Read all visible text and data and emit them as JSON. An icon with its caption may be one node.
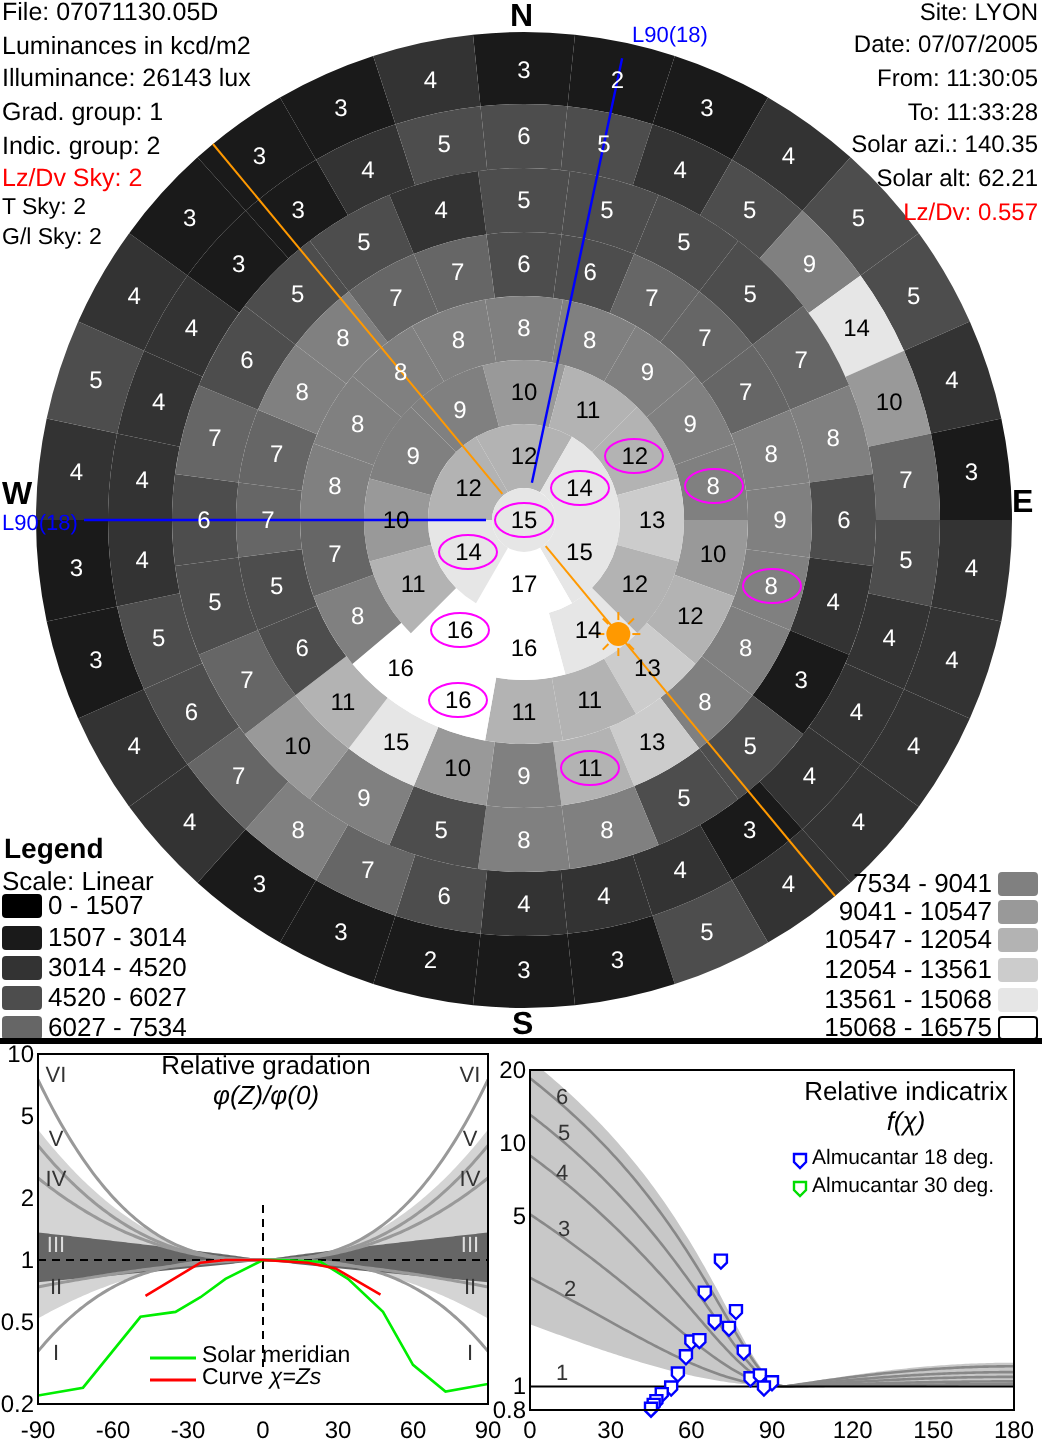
{
  "diagram": {
    "nodes": [
      {
        "text": [
          "12"
        ]
      },
      {
        "text": [
          "8"
        ]
      },
      {
        "text": [
          "14"
        ]
      },
      {
        "text": [
          "15"
        ]
      },
      {
        "text": [
          "14"
        ]
      },
      {
        "text": [
          "8"
        ]
      },
      {
        "text": [
          "16"
        ]
      },
      {
        "text": [
          "16"
        ]
      },
      {
        "text": [
          "11"
        ]
      }
    ],
    "labels": [
      "File: 07071130.05D",
      "Luminances in kcd/m2",
      "Illuminance: 26143 lux",
      "Grad. group: 1",
      "Indic. group: 2",
      "Lz/Dv Sky: 2",
      "T Sky: 2",
      "G/l Sky: 2",
      "Site: LYON",
      "Date: 07/07/2005",
      "From: 11:30:05",
      "To: 11:33:28",
      "Solar azi.: 140.35",
      "Solar alt: 62.21",
      "Lz/Dv: 0.557",
      "N",
      "L90(18)",
      "W",
      "L90(18)",
      "E",
      "S",
      "3",
      "2",
      "3",
      "4",
      "5",
      "5",
      "4",
      "3",
      "4",
      "4",
      "4",
      "4",
      "4",
      "5",
      "3",
      "3",
      "2",
      "3",
      "3",
      "4",
      "4",
      "3",
      "3",
      "4",
      "5",
      "4",
      "3",
      "3",
      "3",
      "4",
      "6",
      "5",
      "4",
      "5",
      "9",
      "14",
      "10",
      "7",
      "5",
      "4",
      "4",
      "4",
      "3",
      "4",
      "4",
      "4",
      "6",
      "7",
      "8",
      "7",
      "6",
      "5",
      "4",
      "4",
      "4",
      "4",
      "3",
      "3",
      "4",
      "5",
      "5",
      "5",
      "5",
      "5",
      "7",
      "8",
      "6",
      "4",
      "3",
      "5",
      "5",
      "8",
      "8",
      "5",
      "9",
      "10",
      "7",
      "5",
      "6",
      "7",
      "6",
      "5",
      "5",
      "4",
      "6",
      "6",
      "7",
      "7",
      "7",
      "8",
      "9",
      "8",
      "8",
      "13",
      "9",
      "10",
      "15",
      "11",
      "6",
      "5",
      "7",
      "7",
      "8",
      "8",
      "7",
      "7",
      "8",
      "8",
      "9",
      "9",
      "10",
      "12",
      "13",
      "11",
      "11",
      "16",
      "8",
      "7",
      "8",
      "8",
      "8",
      "8",
      "10",
      "11",
      "13",
      "12",
      "14",
      "16",
      "11",
      "10",
      "9",
      "9",
      "12",
      "15",
      "17",
      "12",
      "Legend",
      "Scale: Linear",
      "Relative gradation",
      "φ(Z)/φ(0)",
      "10",
      "5",
      "2",
      "1",
      "0.5",
      "0.2",
      "VI",
      "VI",
      "V",
      "V",
      "IV",
      "IV",
      "III",
      "III",
      "II",
      "II",
      "I",
      "I",
      "-90",
      "-60",
      "-30",
      "0",
      "30",
      "60",
      "90",
      "Relative indicatrix",
      "f(χ)",
      "20",
      "10",
      "5",
      "1",
      "0.8",
      "6",
      "5",
      "4",
      "3",
      "2",
      "1",
      "0",
      "30",
      "60",
      "90",
      "120",
      "150",
      "180"
    ],
    "legend": [
      {
        "text": "0 - 1507",
        "color": "#000000"
      },
      {
        "text": "1507 - 3014",
        "color": "#1a1a1a"
      },
      {
        "text": "3014 - 4520",
        "color": "#333333"
      },
      {
        "text": "4520 - 6027",
        "color": "#4d4d4d"
      },
      {
        "text": "6027 - 7534",
        "color": "#666666"
      },
      {
        "text": "7534 - 9041",
        "color": "#808080"
      },
      {
        "text": "9041 - 10547",
        "color": "#999999"
      },
      {
        "text": "10547 - 12054",
        "color": "#b3b3b3"
      },
      {
        "text": "12054 - 13561",
        "color": "#cccccc"
      },
      {
        "text": "13561 - 15068",
        "color": "#e6e6e6"
      },
      {
        "text": "15068 - 16575",
        "color": "#ffffff"
      },
      {
        "text": "Solar meridian"
      },
      {
        "text": "Curve *χ=Zs*"
      },
      {
        "text": "Almucantar 18 deg."
      },
      {
        "text": "Almucantar 30 deg."
      }
    ]
  }
}
